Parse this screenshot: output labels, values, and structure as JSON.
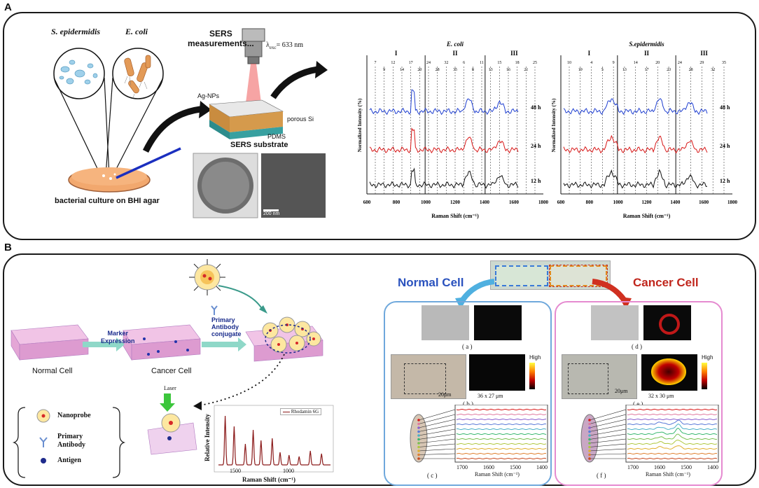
{
  "panel_a": {
    "label": "A",
    "organisms": [
      "S. epidermidis",
      "E. coli"
    ],
    "sers_meas": [
      "SERS",
      "measurements..."
    ],
    "lambda": "λ",
    "lambda_sub": "exc",
    "lambda_val": "= 633 nm",
    "agnps": "Ag-NPs",
    "porous_si": "porous Si",
    "pdms": "PDMS",
    "substrate": "SERS substrate",
    "scalebar": "200 nm",
    "culture": "bacterial culture on BHI agar",
    "charts": [
      {
        "title": "E. coli",
        "regions": [
          "I",
          "II",
          "III"
        ],
        "peaks": [
          "7",
          "9",
          "12",
          "14",
          "17",
          "20",
          "24",
          "28",
          "32",
          "35",
          "6",
          "8",
          "11",
          "13",
          "15",
          "16",
          "18",
          "21",
          "25"
        ],
        "xticks": [
          "600",
          "800",
          "1000",
          "1200",
          "1400",
          "1600",
          "1800"
        ],
        "ylabel": "Normalized Intensity (%)",
        "xlabel": "Raman Shift (cm⁻¹)",
        "series": [
          "48 h",
          "24 h",
          "12 h"
        ]
      },
      {
        "title": "S.epidermidis",
        "regions": [
          "I",
          "II",
          "III"
        ],
        "peaks": [
          "10",
          "19",
          "4",
          "5",
          "9",
          "13",
          "14",
          "17",
          "20",
          "23",
          "24",
          "28",
          "29",
          "32",
          "35"
        ],
        "xticks": [
          "600",
          "800",
          "1000",
          "1200",
          "1400",
          "1600",
          "1800"
        ],
        "ylabel": "Normalized Intensity (%)",
        "xlabel": "Raman Shift (cm⁻¹)",
        "series": [
          "48 h",
          "24 h",
          "12 h"
        ]
      }
    ]
  },
  "panel_b": {
    "label": "B",
    "normal_cell": "Normal Cell",
    "marker_expression": [
      "Marker",
      "Expression"
    ],
    "cancer_cell": "Cancer Cell",
    "primary_ab": [
      "Primary",
      "Antibody",
      "conjugate"
    ],
    "laser": "Laser",
    "legend": {
      "nanoprobe": "Nanoprobe",
      "antibody": [
        "Primary",
        "Antibody"
      ],
      "antigen": "Antigen"
    },
    "spectrum": {
      "ylabel": "Relative Intensity",
      "xlabel": "Raman Shift (cm⁻¹)",
      "legend": "Rhodamin 6G",
      "xticks": [
        "1500",
        "1000"
      ]
    },
    "right": {
      "normal_title": "Normal Cell",
      "cancer_title": "Cancer Cell",
      "sub_labels": [
        "( a )",
        "( b )",
        "( c )",
        "( d )",
        "( e )",
        "( f )"
      ],
      "high": "High",
      "scale_20um": "20μm",
      "dims_normal": "36 x 27 μm",
      "dims_cancer": "32 x 30 μm",
      "spec_xticks": [
        "1700",
        "1600",
        "1500",
        "1400"
      ],
      "spec_xlabel": "Raman Shift (cm⁻¹)"
    }
  },
  "colors": {
    "blue": "#1f3fd0",
    "red": "#d81818",
    "black": "#111111",
    "normal_box": "#6fa8dc",
    "cancer_box": "#e58ad0",
    "normal_title": "#2a52be",
    "cancer_title": "#c0261c"
  }
}
